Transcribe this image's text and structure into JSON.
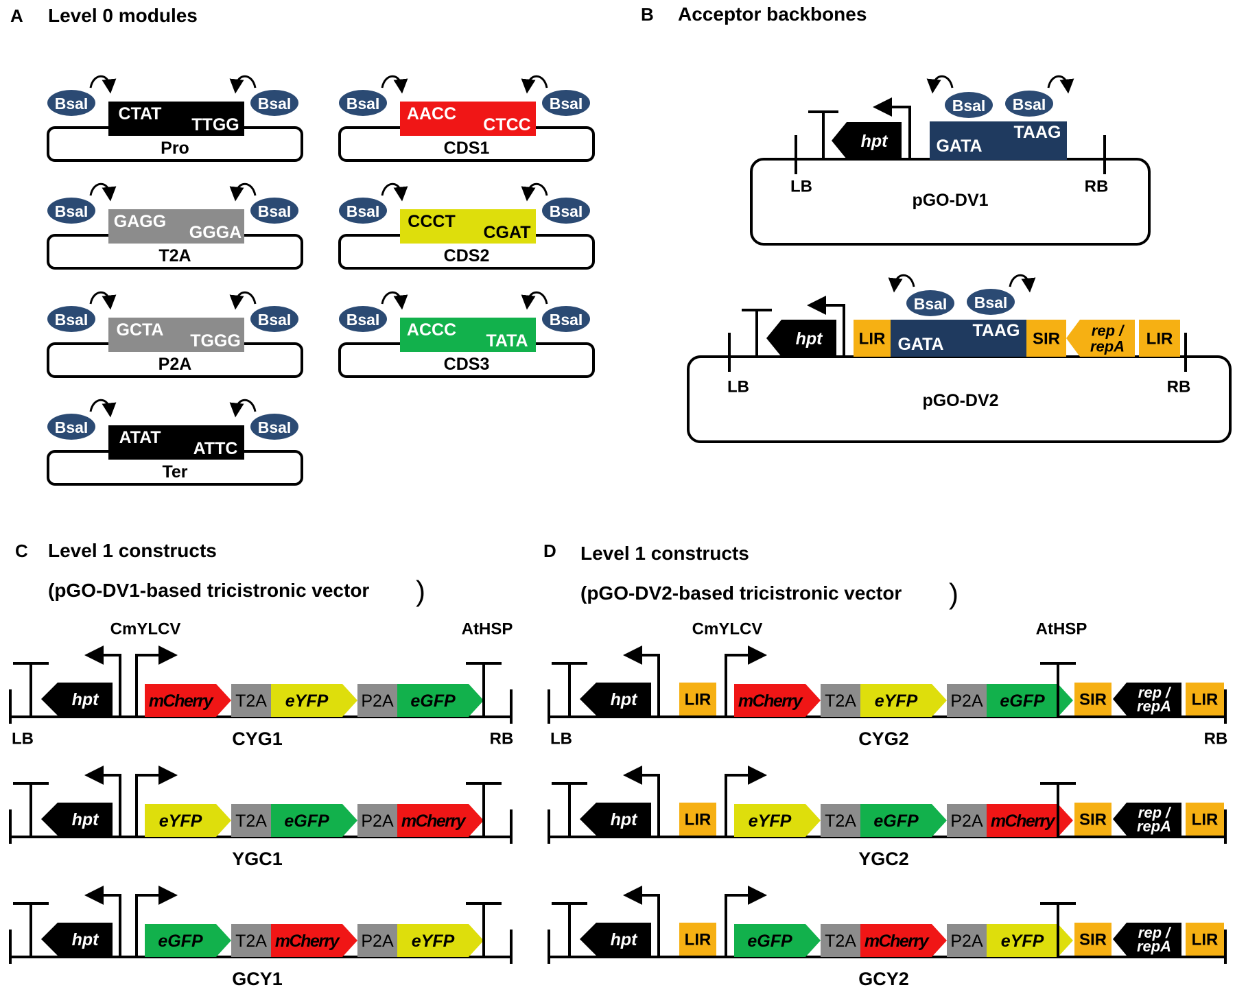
{
  "colors": {
    "black": "#000000",
    "navy": "#1f3a5f",
    "oval": "#2b4a73",
    "gray": "#8c8c8c",
    "red": "#f01616",
    "yellow": "#dede0c",
    "green": "#12b14c",
    "orange": "#f6b013"
  },
  "icons": {
    "terminator": "t-bar-terminator-icon",
    "promoter": "bent-arrow-promoter-icon",
    "cut_site": "curved-arrow-cut-icon",
    "gene": "pentagon-arrow-gene-icon"
  },
  "panelA": {
    "letter": "A",
    "title": "Level 0 modules",
    "enzyme": "BsaI",
    "modules": [
      {
        "name": "Pro",
        "left": "CTAT",
        "right": "TTGG",
        "color": "#000000"
      },
      {
        "name": "CDS1",
        "left": "AACC",
        "right": "CTCC",
        "color": "#f01616"
      },
      {
        "name": "T2A",
        "left": "GAGG",
        "right": "GGGA",
        "color": "#8c8c8c"
      },
      {
        "name": "CDS2",
        "left": "CCCT",
        "right": "CGAT",
        "color": "#dede0c"
      },
      {
        "name": "P2A",
        "left": "GCTA",
        "right": "TGGG",
        "color": "#8c8c8c"
      },
      {
        "name": "CDS3",
        "left": "ACCC",
        "right": "TATA",
        "color": "#12b14c"
      },
      {
        "name": "Ter",
        "left": "ATAT",
        "right": "ATTC",
        "color": "#000000"
      }
    ]
  },
  "panelB": {
    "letter": "B",
    "title": "Acceptor backbones",
    "enzyme": "BsaI",
    "lb": "LB",
    "rb": "RB",
    "hpt": "hpt",
    "lir": "LIR",
    "sir": "SIR",
    "rep1": "rep /",
    "rep2": "repA",
    "left_overhang": "GATA",
    "right_overhang": "TAAG",
    "v1_name": "pGO-DV1",
    "v2_name": "pGO-DV2"
  },
  "panelC": {
    "letter": "C",
    "title1": "Level 1 constructs",
    "title2": "(pGO-DV1-based tricistronic vector",
    "paren": ")",
    "promoter": "CmYLCV",
    "terminator": "AtHSP",
    "lb": "LB",
    "rb": "RB",
    "hpt": "hpt",
    "t2a": "T2A",
    "p2a": "P2A",
    "constructs": [
      {
        "name": "CYG1",
        "genes": [
          {
            "label": "mCherry",
            "color": "#f01616"
          },
          {
            "label": "eYFP",
            "color": "#dede0c"
          },
          {
            "label": "eGFP",
            "color": "#12b14c"
          }
        ]
      },
      {
        "name": "YGC1",
        "genes": [
          {
            "label": "eYFP",
            "color": "#dede0c"
          },
          {
            "label": "eGFP",
            "color": "#12b14c"
          },
          {
            "label": "mCherry",
            "color": "#f01616"
          }
        ]
      },
      {
        "name": "GCY1",
        "genes": [
          {
            "label": "eGFP",
            "color": "#12b14c"
          },
          {
            "label": "mCherry",
            "color": "#f01616"
          },
          {
            "label": "eYFP",
            "color": "#dede0c"
          }
        ]
      }
    ]
  },
  "panelD": {
    "letter": "D",
    "title1": "Level 1 constructs",
    "title2": "(pGO-DV2-based tricistronic vector",
    "paren": ")",
    "promoter": "CmYLCV",
    "terminator": "AtHSP",
    "lb": "LB",
    "rb": "RB",
    "hpt": "hpt",
    "lir": "LIR",
    "sir": "SIR",
    "rep1": "rep /",
    "rep2": "repA",
    "t2a": "T2A",
    "p2a": "P2A",
    "constructs": [
      {
        "name": "CYG2",
        "genes": [
          {
            "label": "mCherry",
            "color": "#f01616"
          },
          {
            "label": "eYFP",
            "color": "#dede0c"
          },
          {
            "label": "eGFP",
            "color": "#12b14c"
          }
        ]
      },
      {
        "name": "YGC2",
        "genes": [
          {
            "label": "eYFP",
            "color": "#dede0c"
          },
          {
            "label": "eGFP",
            "color": "#12b14c"
          },
          {
            "label": "mCherry",
            "color": "#f01616"
          }
        ]
      },
      {
        "name": "GCY2",
        "genes": [
          {
            "label": "eGFP",
            "color": "#12b14c"
          },
          {
            "label": "mCherry",
            "color": "#f01616"
          },
          {
            "label": "eYFP",
            "color": "#dede0c"
          }
        ]
      }
    ]
  }
}
